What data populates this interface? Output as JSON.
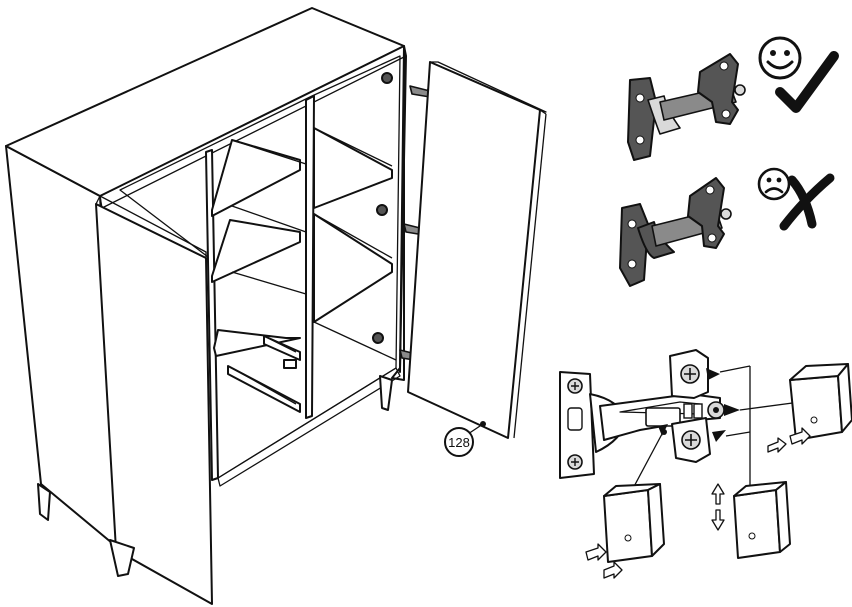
{
  "diagram": {
    "part_callout": "128",
    "correct_label": "correct",
    "incorrect_label": "incorrect"
  }
}
